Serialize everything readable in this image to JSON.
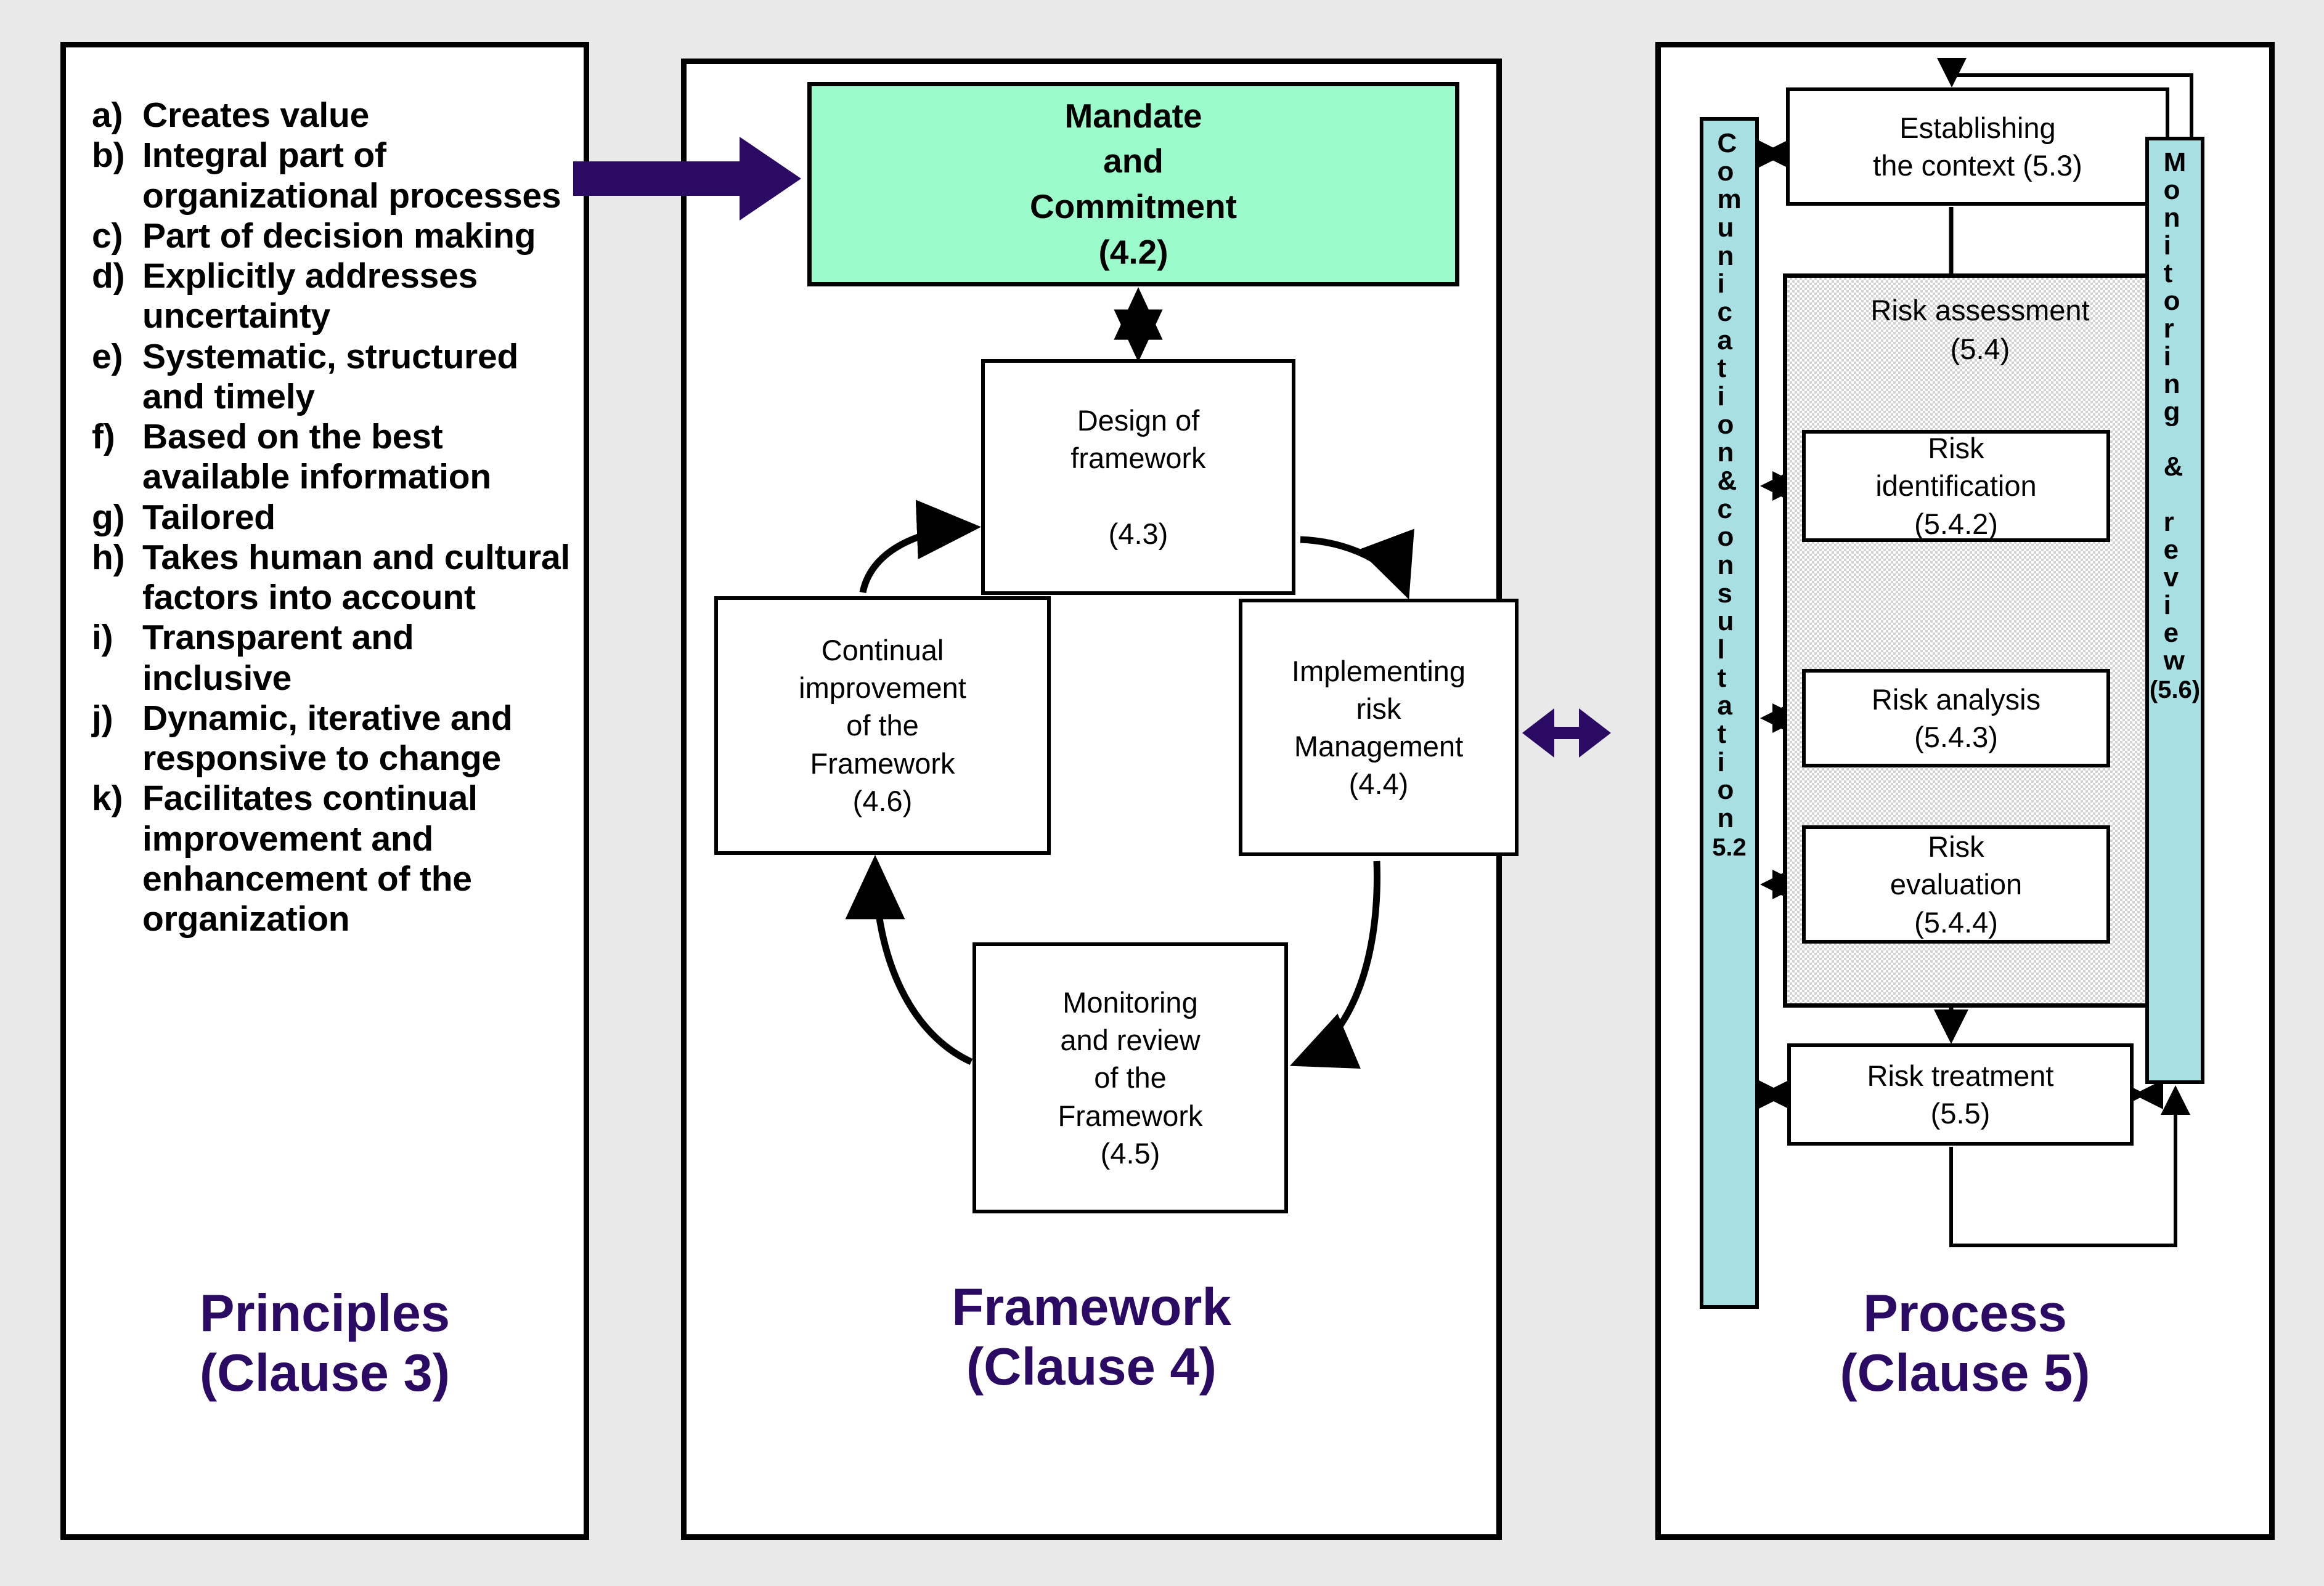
{
  "diagram": {
    "title": "ISO 31000 Risk Management: Principles, Framework and Process",
    "colors": {
      "canvas": "#e9e9e9",
      "panel_bg": "#ffffff",
      "heading_purple": "#2b0a63",
      "mandate_green": "#9cfbcb",
      "sidebar_cyan": "#a8dfe3",
      "hatch_gray": "#d2d2d2",
      "outline_black": "#000000"
    }
  },
  "principles": {
    "heading_line1": "Principles",
    "heading_line2": "(Clause 3)",
    "items": [
      {
        "mark": "a)",
        "text": "Creates value"
      },
      {
        "mark": "b)",
        "text": "Integral part of organizational processes"
      },
      {
        "mark": "c)",
        "text": "Part of decision making"
      },
      {
        "mark": "d)",
        "text": "Explicitly addresses uncertainty"
      },
      {
        "mark": "e)",
        "text": "Systematic, structured and timely"
      },
      {
        "mark": "f)",
        "text": "Based on the best available information"
      },
      {
        "mark": "g)",
        "text": "Tailored"
      },
      {
        "mark": "h)",
        "text": "Takes human and cultural factors into account"
      },
      {
        "mark": "i)",
        "text": "Transparent and inclusive"
      },
      {
        "mark": "j)",
        "text": "Dynamic, iterative and responsive to change"
      },
      {
        "mark": "k)",
        "text": "Facilitates continual improvement and enhancement of the organization"
      }
    ]
  },
  "framework": {
    "heading_line1": "Framework",
    "heading_line2": "(Clause 4)",
    "boxes": {
      "mandate": "Mandate\nand\nCommitment\n(4.2)",
      "design": "Design of\nframework\n\n(4.3)",
      "implement": "Implementing\nrisk\nManagement\n(4.4)",
      "monitor": "Monitoring\nand review\nof the\nFramework\n(4.5)",
      "continual": "Continual\nimprovement\nof the\nFramework\n(4.6)"
    }
  },
  "process": {
    "heading_line1": "Process",
    "heading_line2": "(Clause 5)",
    "boxes": {
      "context": "Establishing\nthe context (5.3)",
      "assessment": "Risk assessment\n(5.4)",
      "identification": "Risk\nidentification\n(5.4.2)",
      "analysis": "Risk analysis\n(5.4.3)",
      "evaluation": "Risk\nevaluation\n(5.4.4)",
      "treatment": "Risk treatment\n(5.5)"
    },
    "sidebars": {
      "left_label": "Comunication&consultation",
      "left_clause": "5.2",
      "right_label": "Monitoring & review",
      "right_clause": "(5.6)"
    }
  }
}
